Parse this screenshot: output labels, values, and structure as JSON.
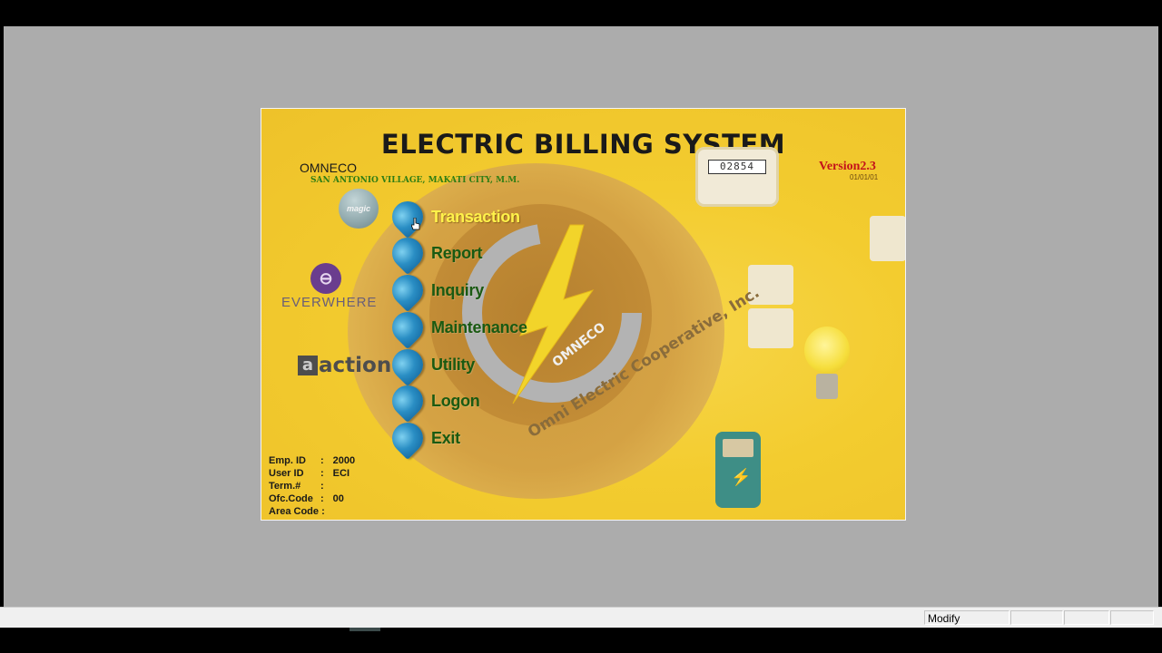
{
  "app": {
    "title": "ELECTRIC BILLING SYSTEM",
    "company": "OMNECO",
    "address": "SAN ANTONIO VILLAGE, MAKATI CITY, M.M.",
    "version": "Version2.3",
    "version_date": "01/01/01",
    "cooperative_text": "Omni Electric Cooperative, Inc.",
    "emblem_text": "OMNECO"
  },
  "menu": [
    {
      "label": "Transaction",
      "active": true
    },
    {
      "label": "Report",
      "active": false
    },
    {
      "label": "Inquiry",
      "active": false
    },
    {
      "label": "Maintenance",
      "active": false
    },
    {
      "label": "Utility",
      "active": false
    },
    {
      "label": "Logon",
      "active": false
    },
    {
      "label": "Exit",
      "active": false
    }
  ],
  "logos": {
    "magic": "magic",
    "everywhere": "EVERWHERE",
    "action": "action"
  },
  "meter_reading": "02854",
  "info": {
    "emp_id_label": "Emp. ID",
    "emp_id": "2000",
    "user_id_label": "User ID",
    "user_id": "ECI",
    "term_label": "Term.#",
    "term": "",
    "ofc_code_label": "Ofc.Code",
    "ofc_code": "00",
    "area_code_label": "Area Code",
    "area_code": ""
  },
  "statusbar": {
    "mode": "Modify"
  },
  "colors": {
    "background": "#f3cc2f",
    "menu_text": "#1a5a12",
    "menu_active": "#fff24a",
    "version": "#c4121a",
    "address": "#2f7d14"
  }
}
